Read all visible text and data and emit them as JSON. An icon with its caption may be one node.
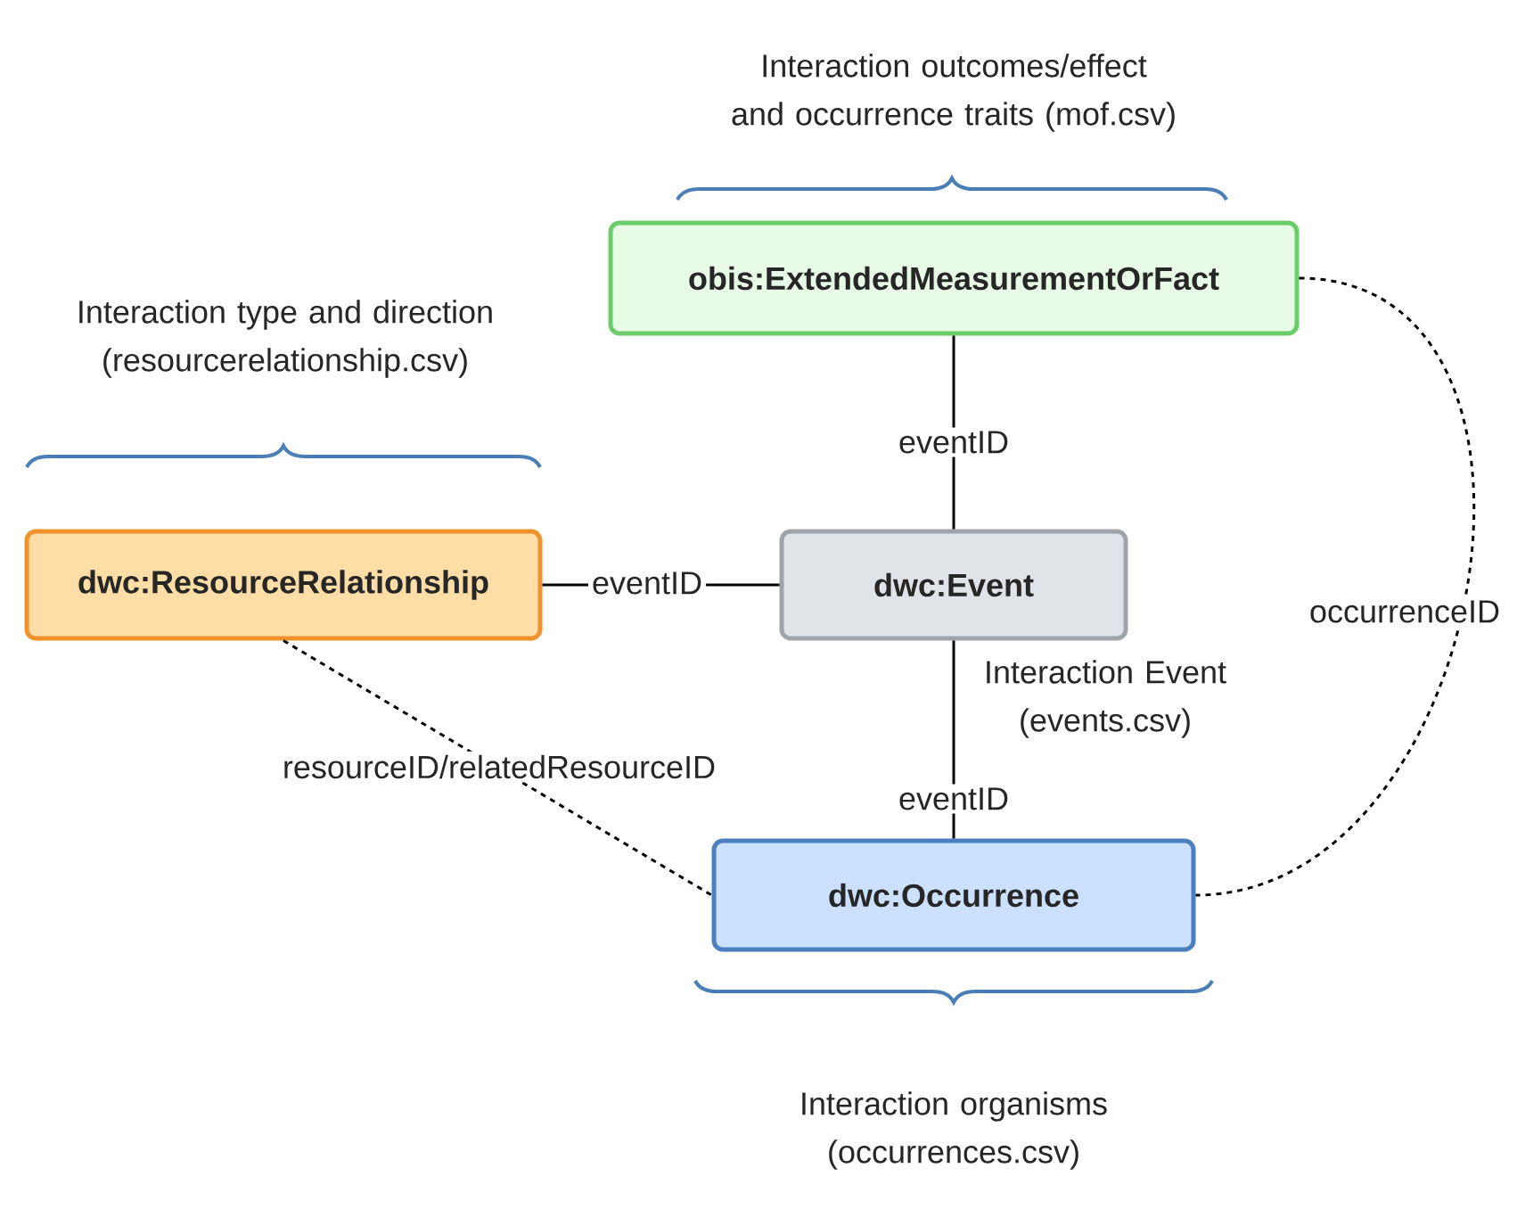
{
  "diagram": {
    "nodes": [
      {
        "text": [
          "obis:ExtendedMeasurementOrFact"
        ]
      },
      {
        "text": [
          "dwc:ResourceRelationship"
        ]
      },
      {
        "text": [
          "dwc:Event"
        ],
        "beside": [
          "Interaction Event (events.csv)"
        ]
      },
      {
        "text": [
          "dwc:Occurrence"
        ]
      }
    ],
    "edges": [
      {
        "from": 0,
        "to": 2,
        "arrow": "none",
        "label": "eventID"
      },
      {
        "from": 1,
        "to": 2,
        "arrow": "none",
        "label": "eventID"
      },
      {
        "from": 2,
        "to": 3,
        "arrow": "none",
        "label": "eventID"
      },
      {
        "from": 1,
        "to": 3,
        "arrow": "none",
        "label": "resourceID/relatedResourceID",
        "style": "dashed"
      },
      {
        "from": 0,
        "to": 3,
        "arrow": "none",
        "label": "occurrenceID",
        "style": "dashed"
      }
    ],
    "labels": [
      "Interaction outcomes/effect and occurrence traits (mof.csv)",
      "Interaction type and direction (resourcerelationship.csv)",
      "Interaction organisms (occurrences.csv)"
    ]
  }
}
